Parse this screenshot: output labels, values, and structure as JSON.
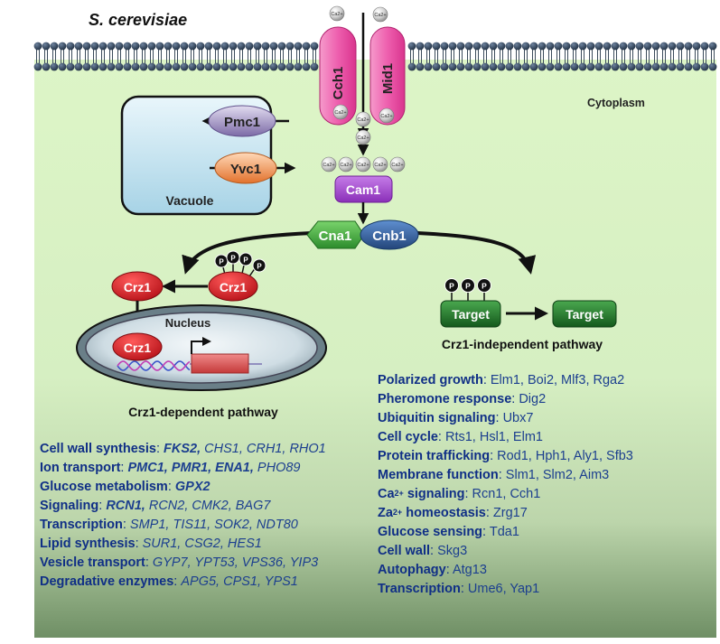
{
  "title": "S. cerevisiae",
  "compartments": {
    "cytoplasm": "Cytoplasm",
    "vacuole": "Vacuole",
    "nucleus": "Nucleus"
  },
  "ion_label": "Ca2+",
  "proteins": {
    "cch1": "Cch1",
    "mid1": "Mid1",
    "pmc1": "Pmc1",
    "yvc1": "Yvc1",
    "cam1": "Cam1",
    "cna1": "Cna1",
    "cnb1": "Cnb1",
    "crz1": "Crz1",
    "target": "Target",
    "phospho": "P"
  },
  "pathways": {
    "dependent": "Crz1-dependent pathway",
    "independent": "Crz1-independent pathway"
  },
  "dependent_list": [
    {
      "category": "Cell wall synthesis",
      "genes": [
        {
          "t": "FKS2",
          "b": true
        },
        {
          "t": "CHS1"
        },
        {
          "t": "CRH1"
        },
        {
          "t": "RHO1"
        }
      ]
    },
    {
      "category": "Ion transport",
      "genes": [
        {
          "t": "PMC1",
          "b": true
        },
        {
          "t": "PMR1",
          "b": true
        },
        {
          "t": "ENA1",
          "b": true
        },
        {
          "t": "PHO89"
        }
      ]
    },
    {
      "category": "Glucose metabolism",
      "genes": [
        {
          "t": "GPX2",
          "b": true
        }
      ]
    },
    {
      "category": "Signaling",
      "genes": [
        {
          "t": "RCN1",
          "b": true
        },
        {
          "t": "RCN2"
        },
        {
          "t": "CMK2"
        },
        {
          "t": "BAG7"
        }
      ]
    },
    {
      "category": "Transcription",
      "genes": [
        {
          "t": "SMP1"
        },
        {
          "t": "TIS11"
        },
        {
          "t": "SOK2"
        },
        {
          "t": "NDT80"
        }
      ]
    },
    {
      "category": "Lipid synthesis",
      "genes": [
        {
          "t": "SUR1"
        },
        {
          "t": "CSG2"
        },
        {
          "t": "HES1"
        }
      ]
    },
    {
      "category": "Vesicle transport",
      "genes": [
        {
          "t": "GYP7"
        },
        {
          "t": "YPT53"
        },
        {
          "t": "VPS36"
        },
        {
          "t": "YIP3"
        }
      ]
    },
    {
      "category": "Degradative enzymes",
      "genes": [
        {
          "t": "APG5"
        },
        {
          "t": "CPS1"
        },
        {
          "t": "YPS1"
        }
      ]
    }
  ],
  "independent_list": [
    {
      "category": "Polarized growth",
      "proteins": "Elm1, Boi2, Mlf3, Rga2"
    },
    {
      "category": "Pheromone response",
      "proteins": "Dig2"
    },
    {
      "category": "Ubiquitin signaling",
      "proteins": "Ubx7"
    },
    {
      "category": "Cell cycle",
      "proteins": "Rts1, Hsl1, Elm1"
    },
    {
      "category": "Protein trafficking",
      "proteins": "Rod1, Hph1, Aly1, Sfb3"
    },
    {
      "category": "Membrane function",
      "proteins": "Slm1, Slm2, Aim3"
    },
    {
      "category": "Ca",
      "sup": "2+",
      "category_rest": " signaling",
      "proteins": "Rcn1, Cch1"
    },
    {
      "category": "Za",
      "sup": "2+",
      "category_rest": " homeostasis",
      "proteins": "Zrg17"
    },
    {
      "category": "Glucose sensing",
      "proteins": "Tda1"
    },
    {
      "category": "Cell wall",
      "proteins": "Skg3"
    },
    {
      "category": "Autophagy",
      "proteins": "Atg13"
    },
    {
      "category": "Transcription",
      "proteins": "Ume6, Yap1"
    }
  ],
  "colors": {
    "cytoplasm_top": "#ddf5c7",
    "cytoplasm_bottom": "#6f8f65",
    "membrane_head": "#2c3e50",
    "channel": "#ee5fae",
    "pmc1": "#8f7fb5",
    "yvc1": "#ee8c4a",
    "cam1": "#a24bd1",
    "cna1": "#3fae3f",
    "cnb1": "#2d5fa0",
    "crz1": "#d3141d",
    "target": "#1f7a2a",
    "text_blue": "#1c3f8f"
  }
}
